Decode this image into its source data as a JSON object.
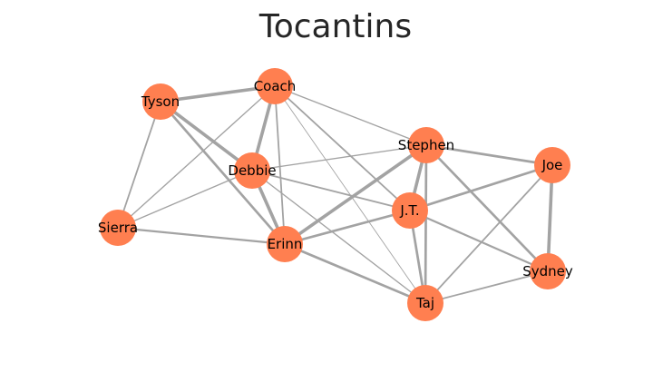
{
  "title": "Tocantins",
  "colors": {
    "node": "#FF7F50",
    "edge": "#A3A3A3",
    "label": "#000000",
    "title": "#262626"
  },
  "nodes": [
    {
      "id": "coach",
      "label": "Coach"
    },
    {
      "id": "tyson",
      "label": "Tyson"
    },
    {
      "id": "debbie",
      "label": "Debbie"
    },
    {
      "id": "stephen",
      "label": "Stephen"
    },
    {
      "id": "joe",
      "label": "Joe"
    },
    {
      "id": "jt",
      "label": "J.T."
    },
    {
      "id": "sierra",
      "label": "Sierra"
    },
    {
      "id": "erinn",
      "label": "Erinn"
    },
    {
      "id": "sydney",
      "label": "Sydney"
    },
    {
      "id": "taj",
      "label": "Taj"
    }
  ],
  "edges": [
    {
      "source": "tyson",
      "target": "coach",
      "weight": 4
    },
    {
      "source": "tyson",
      "target": "debbie",
      "weight": 4
    },
    {
      "source": "tyson",
      "target": "erinn",
      "weight": 3
    },
    {
      "source": "tyson",
      "target": "sierra",
      "weight": 2
    },
    {
      "source": "coach",
      "target": "debbie",
      "weight": 4
    },
    {
      "source": "coach",
      "target": "erinn",
      "weight": 2
    },
    {
      "source": "coach",
      "target": "sierra",
      "weight": 1.5
    },
    {
      "source": "coach",
      "target": "stephen",
      "weight": 1.5
    },
    {
      "source": "coach",
      "target": "jt",
      "weight": 2
    },
    {
      "source": "coach",
      "target": "taj",
      "weight": 1
    },
    {
      "source": "debbie",
      "target": "erinn",
      "weight": 4
    },
    {
      "source": "debbie",
      "target": "sierra",
      "weight": 1.5
    },
    {
      "source": "debbie",
      "target": "stephen",
      "weight": 1.5
    },
    {
      "source": "debbie",
      "target": "jt",
      "weight": 2
    },
    {
      "source": "debbie",
      "target": "taj",
      "weight": 1.5
    },
    {
      "source": "sierra",
      "target": "erinn",
      "weight": 2.5
    },
    {
      "source": "erinn",
      "target": "stephen",
      "weight": 4
    },
    {
      "source": "erinn",
      "target": "jt",
      "weight": 3
    },
    {
      "source": "erinn",
      "target": "taj",
      "weight": 3
    },
    {
      "source": "stephen",
      "target": "jt",
      "weight": 4
    },
    {
      "source": "stephen",
      "target": "joe",
      "weight": 3
    },
    {
      "source": "stephen",
      "target": "sydney",
      "weight": 3
    },
    {
      "source": "stephen",
      "target": "taj",
      "weight": 3
    },
    {
      "source": "jt",
      "target": "joe",
      "weight": 3
    },
    {
      "source": "jt",
      "target": "sydney",
      "weight": 2.5
    },
    {
      "source": "jt",
      "target": "taj",
      "weight": 3
    },
    {
      "source": "joe",
      "target": "sydney",
      "weight": 4
    },
    {
      "source": "joe",
      "target": "taj",
      "weight": 2
    },
    {
      "source": "sydney",
      "target": "taj",
      "weight": 2
    }
  ]
}
